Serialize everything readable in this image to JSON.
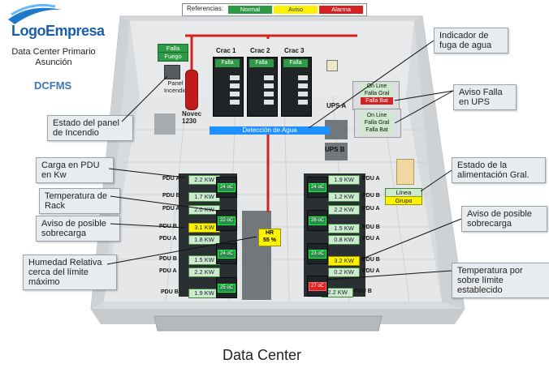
{
  "brand": {
    "logo": "LogoEmpresa",
    "site_name": "Data Center Primario Asunción",
    "system": "DCFMS"
  },
  "legend": {
    "title": "Referencias:",
    "items": [
      {
        "label": "Normal",
        "color": "#2f9a45"
      },
      {
        "label": "Aviso",
        "color": "#fff200"
      },
      {
        "label": "Alarma",
        "color": "#d32222"
      }
    ]
  },
  "callouts": {
    "panel_state": "Estado del panel de Incendio",
    "pdu_load": "Carga en PDU en Kw",
    "rack_temp": "Temperatura de Rack",
    "overload_left": "Aviso de posible sobrecarga",
    "humidity": "Humedad Relativa cerca del límite máximo",
    "water_leak": "Indicador de fuga de agua",
    "ups_fail": "Aviso Falla en UPS",
    "power_state": "Estado de la alimentación Gral.",
    "overload_right": "Aviso de posible sobrecarga",
    "temp_over": "Temperatura por sobre límite establecido"
  },
  "room": {
    "fire_panel": {
      "falla": "Falla",
      "fuego": "Fuego",
      "label": "Panel Incendio"
    },
    "novec": "Novec 1230",
    "cracs": [
      {
        "name": "Crac 1",
        "status": "Falla"
      },
      {
        "name": "Crac 2",
        "status": "Falla"
      },
      {
        "name": "Crac 3",
        "status": "Falla"
      }
    ],
    "water_detection": "Detección de Agua",
    "ups_a": {
      "label": "UPS A",
      "lines": [
        "On Line",
        "Falla Gral",
        "Falla Bat"
      ]
    },
    "ups_b": {
      "label": "UPS B",
      "lines": [
        "On Line",
        "Falla Gral",
        "Falla Bat"
      ]
    },
    "power": {
      "linea": "Línea",
      "grupo": "Grupo"
    },
    "humidity": {
      "label": "HR",
      "value": "55 %"
    },
    "title": "Data Center"
  },
  "left_rows": [
    {
      "pdu": "PDU A",
      "kw": "2.2 KW",
      "warn": false
    },
    {
      "pdu": "PDU B",
      "kw": "1.7 KW",
      "warn": false
    },
    {
      "pdu": "PDU A",
      "kw": "2.0 KW",
      "warn": false
    },
    {
      "pdu": "PDU B",
      "kw": "3.1 KW",
      "warn": true
    },
    {
      "pdu": "PDU A",
      "kw": "1.8 KW",
      "warn": false
    },
    {
      "pdu": "PDU B",
      "kw": "1.5 KW",
      "warn": false
    },
    {
      "pdu": "PDU A",
      "kw": "2.2 KW",
      "warn": false
    },
    {
      "pdu": "PDU B",
      "kw": "1.9 KW",
      "warn": false
    }
  ],
  "left_racks": [
    "24 oC",
    "22 oC",
    "24 oC",
    "25 oC"
  ],
  "right_rows": [
    {
      "pdu": "PDU A",
      "kw": "1.9 KW",
      "warn": false
    },
    {
      "pdu": "PDU B",
      "kw": "1.2 KW",
      "warn": false
    },
    {
      "pdu": "PDU A",
      "kw": "2.2 KW",
      "warn": false
    },
    {
      "pdu": "PDU B",
      "kw": "1.5 KW",
      "warn": false
    },
    {
      "pdu": "PDU A",
      "kw": "0.8 KW",
      "warn": false
    },
    {
      "pdu": "PDU B",
      "kw": "3.2 KW",
      "warn": true
    },
    {
      "pdu": "PDU A",
      "kw": "0.2 KW",
      "warn": false
    },
    {
      "pdu": "PDU B",
      "kw": "2.2 KW",
      "warn": false
    }
  ],
  "right_racks": [
    {
      "temp": "24 oC",
      "alarm": false
    },
    {
      "temp": "26 oC",
      "alarm": false
    },
    {
      "temp": "23 oC",
      "alarm": false
    },
    {
      "temp": "27 oC",
      "alarm": true
    }
  ]
}
